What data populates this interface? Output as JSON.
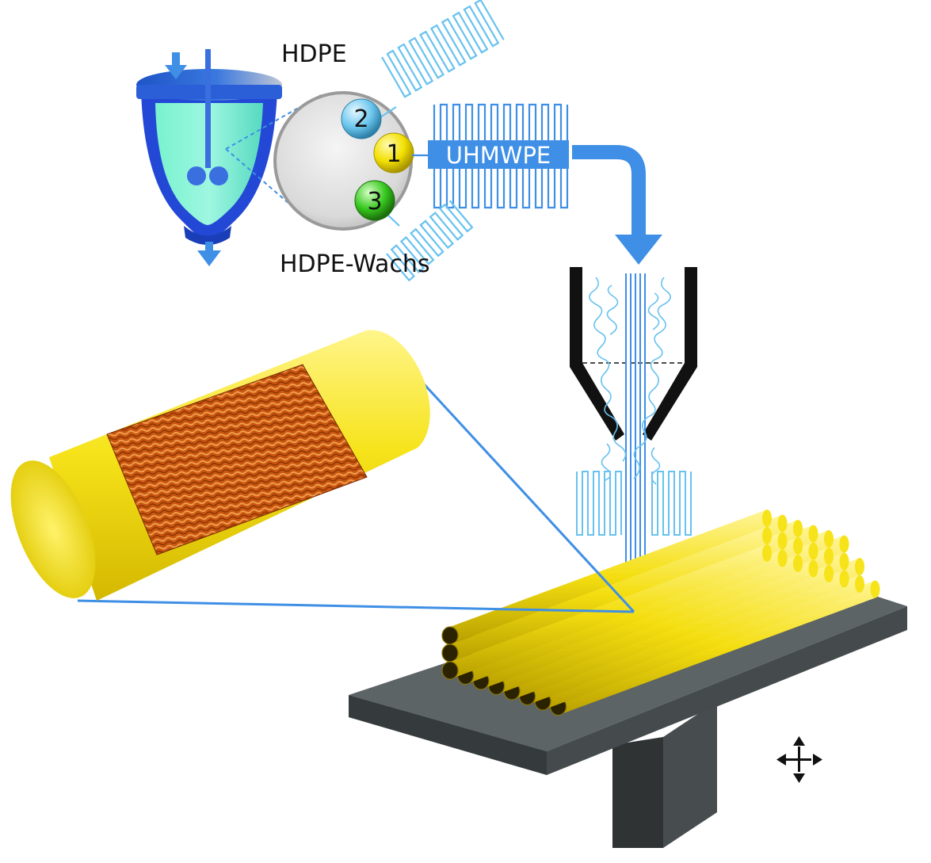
{
  "labels": {
    "hdpe": "HDPE",
    "hdpe_wax": "HDPE-Wachs",
    "uhmwpe": "UHMWPE"
  },
  "catalysts": [
    {
      "number": "1",
      "color": "#f2e000"
    },
    {
      "number": "2",
      "color": "#6cc6ee"
    },
    {
      "number": "3",
      "color": "#36c81e"
    }
  ],
  "colors": {
    "accent_blue": "#3f8fe6",
    "chain_blue": "#67c2ef",
    "filament_yellow": "#f6e31a",
    "platform_gray": "#5d6466",
    "stand_dark": "#2f3333",
    "afm_orange": "#d25f1c"
  },
  "icons": {
    "move_arrows": "four-way-arrow-icon"
  }
}
